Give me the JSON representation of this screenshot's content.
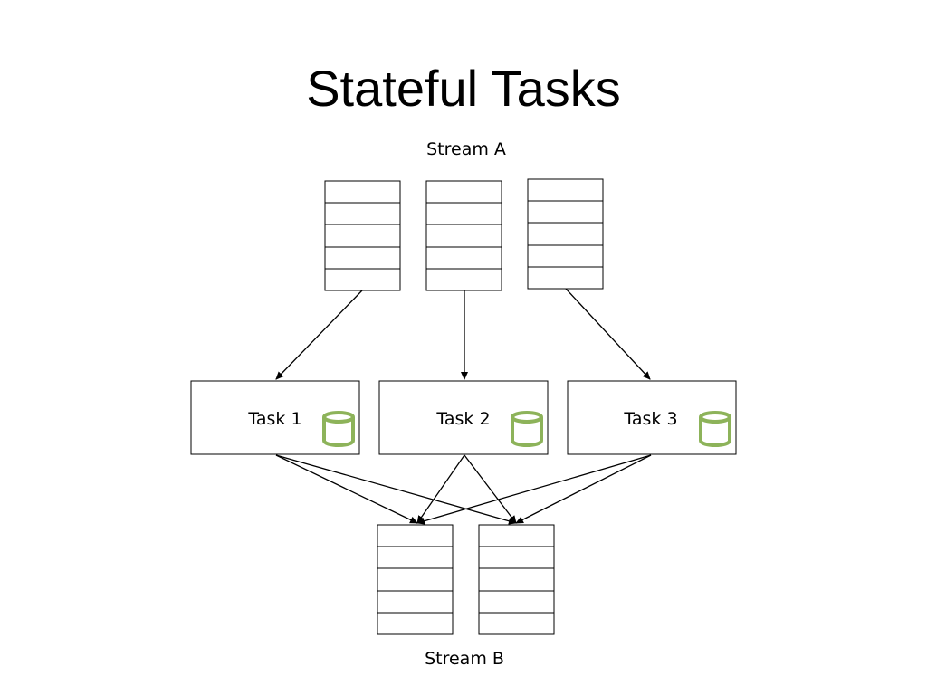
{
  "slide": {
    "title": "Stateful Tasks"
  },
  "diagram": {
    "input_stream": {
      "label": "Stream A",
      "partitions": 3
    },
    "output_stream": {
      "label": "Stream B",
      "partitions": 2
    },
    "tasks": [
      {
        "label": "Task 1",
        "state_icon": "database-icon"
      },
      {
        "label": "Task 2",
        "state_icon": "database-icon"
      },
      {
        "label": "Task 3",
        "state_icon": "database-icon"
      }
    ],
    "colors": {
      "state_store": "#8db35a",
      "stroke": "#000000"
    }
  }
}
